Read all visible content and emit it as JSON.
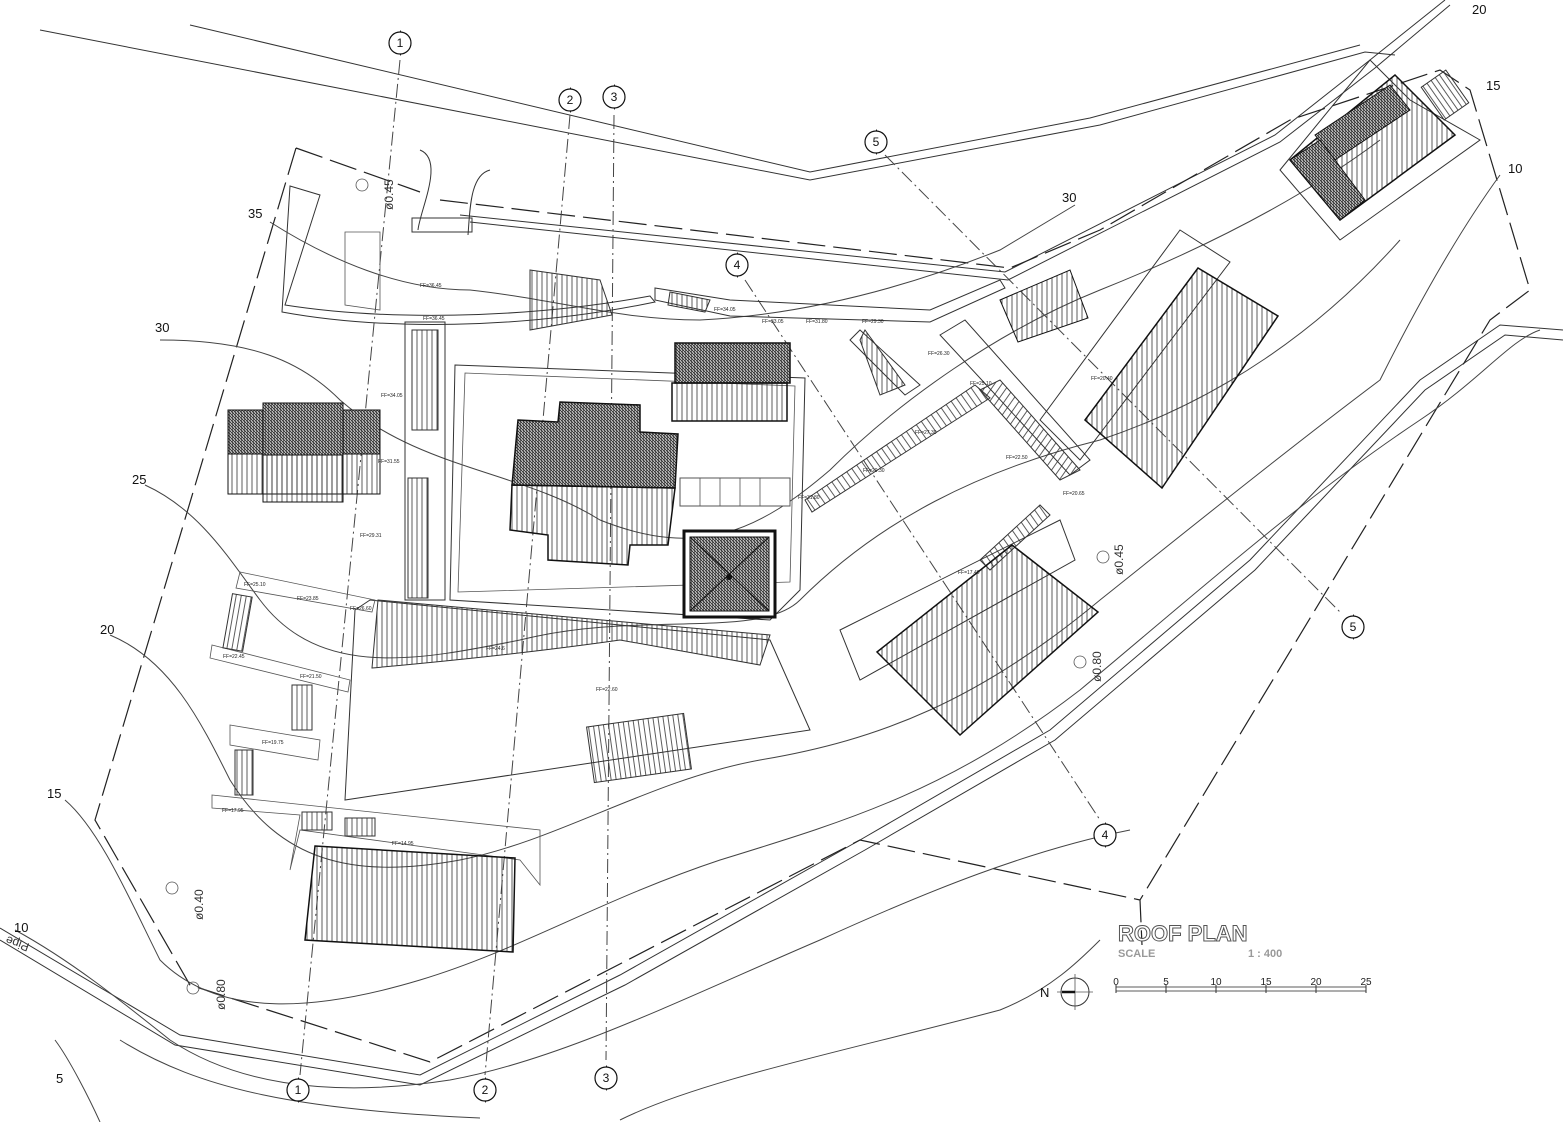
{
  "title": "ROOF PLAN",
  "scale_label": "SCALE",
  "scale_value": "1 : 400",
  "north_label": "N",
  "scale_bar_ticks": [
    "0",
    "5",
    "10",
    "15",
    "20",
    "25"
  ],
  "contour_labels": [
    "35",
    "30",
    "25",
    "20",
    "15",
    "10",
    "5",
    "30",
    "20",
    "15",
    "10"
  ],
  "pipe_labels": [
    "ø0.45",
    "ø0.40",
    "ø0.80",
    "ø0.45",
    "ø0.80"
  ],
  "pipe_text": "Pipe",
  "section_markers": [
    "1",
    "2",
    "3",
    "4",
    "5"
  ],
  "floor_levels": [
    "FF=36.45",
    "FF=36.45",
    "FF=34.05",
    "FF=33.05",
    "FF=31.80",
    "FF=29.30",
    "FF=34.05",
    "FF=31.55",
    "FF=26.30",
    "FF=25.10",
    "FF=27.30",
    "FF=29.30",
    "FF=31.80",
    "FF=20.40",
    "FF=22.50",
    "FF=20.65",
    "FF=17.40",
    "FF=29.31",
    "FF=25.10",
    "FF=23.85",
    "FF=26.60",
    "FF=24.6",
    "FF=22.60",
    "FF=22.45",
    "FF=21.50",
    "FF=19.75",
    "FF=17.95",
    "FF=14.95"
  ]
}
